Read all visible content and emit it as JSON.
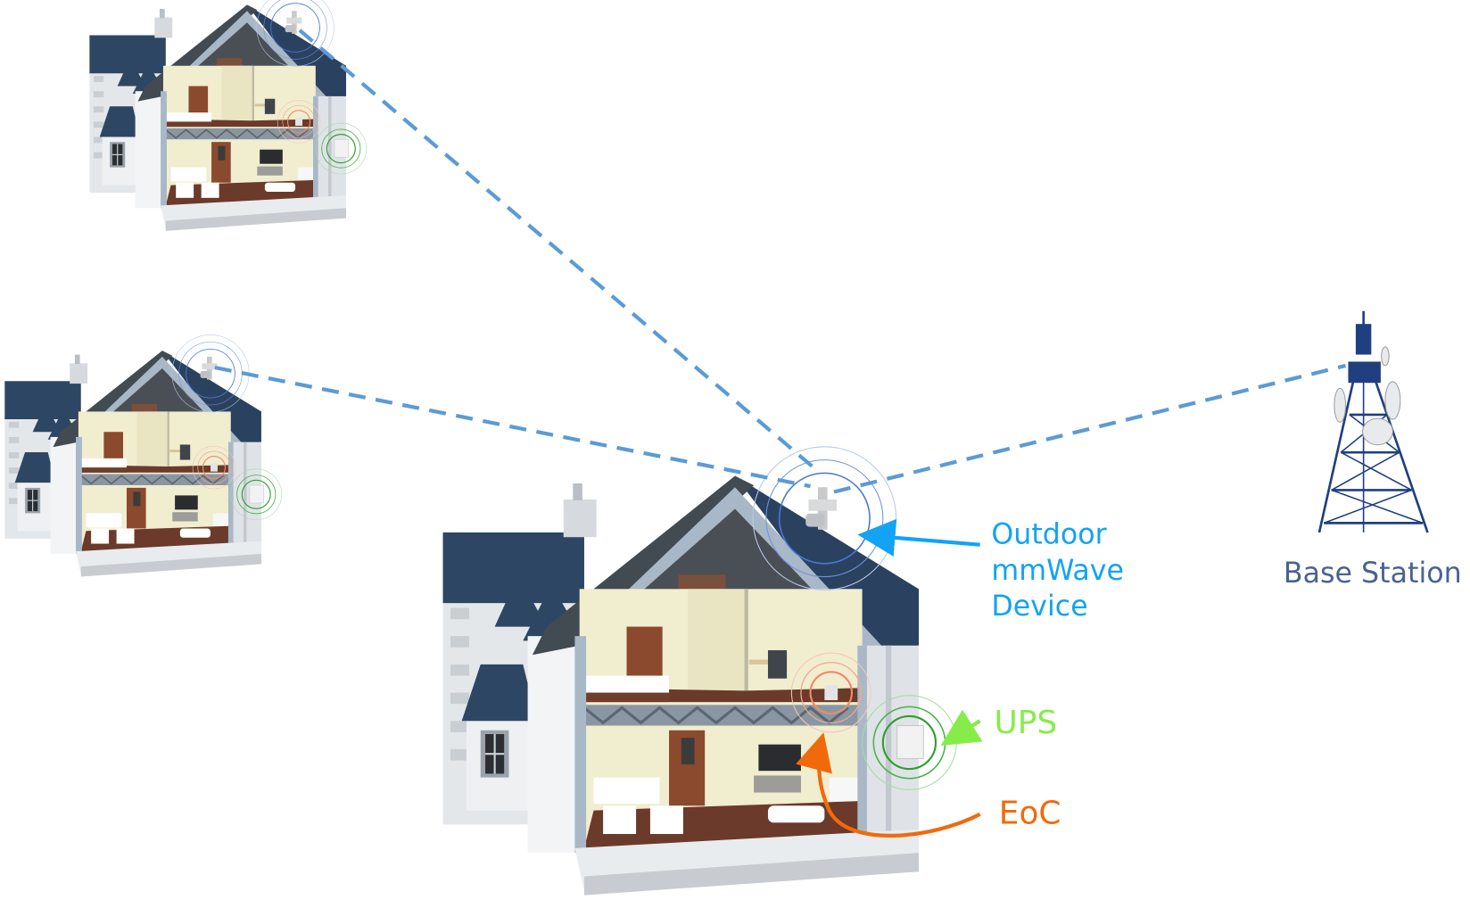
{
  "labels": {
    "device_line1": "Outdoor",
    "device_line2": "mmWave",
    "device_line3": "Device",
    "ups": "UPS",
    "eoc": "EoC",
    "base_station": "Base Station"
  },
  "colors": {
    "link_dashed": "#5b9bd5",
    "device_label": "#12a3f5",
    "ups_label": "#86ec4a",
    "eoc_label": "#f06a0c",
    "base_station_label": "#4a6390",
    "tower": "#1f3f7f"
  }
}
